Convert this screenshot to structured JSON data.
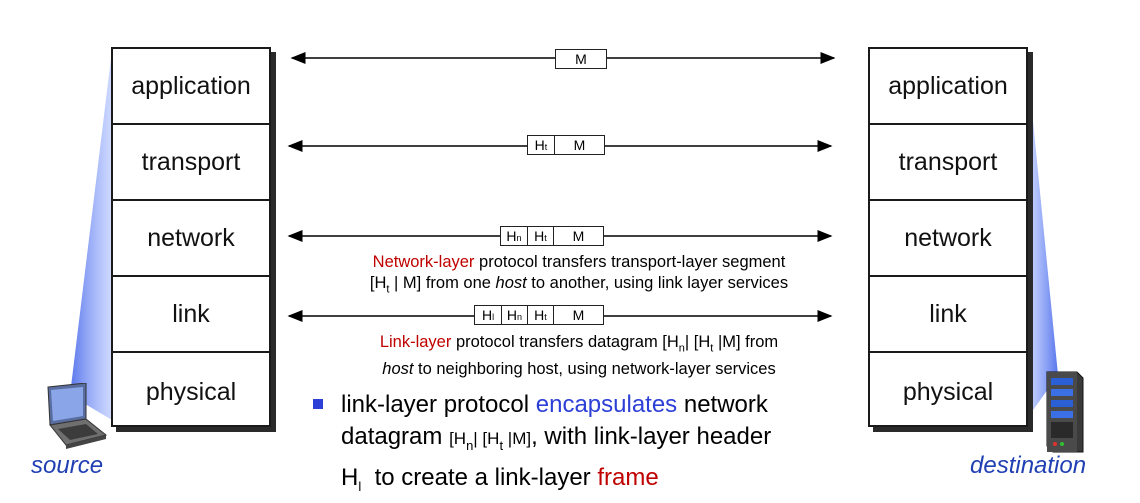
{
  "left_stack": {
    "layers": [
      "application",
      "transport",
      "network",
      "link",
      "physical"
    ],
    "device_label": "source"
  },
  "right_stack": {
    "layers": [
      "application",
      "transport",
      "network",
      "link",
      "physical"
    ],
    "device_label": "destination"
  },
  "packets": {
    "application": {
      "m": "M"
    },
    "transport": {
      "ht": "H",
      "ht_sub": "t",
      "m": "M"
    },
    "network": {
      "hn": "H",
      "hn_sub": "n",
      "ht": "H",
      "ht_sub": "t",
      "m": "M"
    },
    "link": {
      "hl": "H",
      "hl_sub": "l",
      "hn": "H",
      "hn_sub": "n",
      "ht": "H",
      "ht_sub": "t",
      "m": "M"
    }
  },
  "network_caption": {
    "red": "Network-layer",
    "line1_rest": " protocol transfers transport-layer segment",
    "line2_a": "[H",
    "line2_sub": "t",
    "line2_b": " | M] from one ",
    "line2_italic": "host",
    "line2_c": " to another, using link layer services"
  },
  "link_caption": {
    "red": "Link-layer",
    "line1_a": " protocol transfers datagram [H",
    "line1_sub_n": "n",
    "line1_b": "| [H",
    "line1_sub_t": "t",
    "line1_c": " |M] from",
    "line2_italic": "host",
    "line2_rest": " to neighboring host, using network-layer services"
  },
  "bullet": {
    "line1_a": "link-layer protocol ",
    "line1_blue": "encapsulates",
    "line1_b": " network",
    "line2_a": "datagram ",
    "line2_small_a": "[H",
    "line2_sub_n": "n",
    "line2_small_b": "| [H",
    "line2_sub_t": "t",
    "line2_small_c": " |M]",
    "line2_b": ", with link-layer header",
    "line3_a": "H",
    "line3_sub": "l",
    "line3_b": "  to create a link-layer ",
    "line3_red": "frame"
  },
  "colors": {
    "red": "#c00000",
    "blue": "#2c3fd6",
    "bullet": "#2c3fd6",
    "device_label": "#1f3fb3"
  }
}
